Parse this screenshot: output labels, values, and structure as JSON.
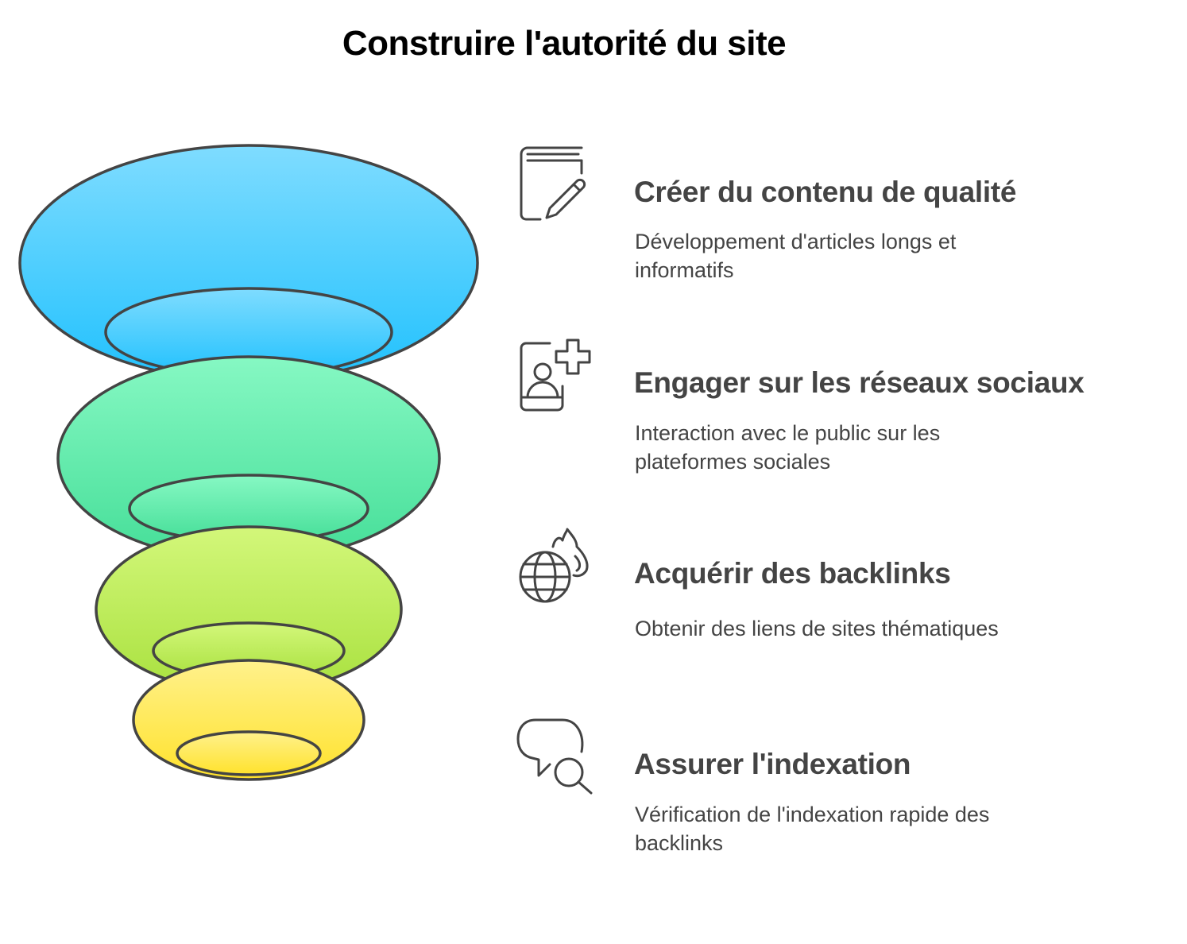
{
  "title": "Construire l'autorité du site",
  "colors": {
    "stroke": "#444444",
    "text": "#444444",
    "layer_1": [
      "#7fdcff",
      "#21c1fd"
    ],
    "layer_2": [
      "#86f8c3",
      "#45de98"
    ],
    "layer_3": [
      "#d3f77a",
      "#a9e13f"
    ],
    "layer_4": [
      "#fff18c",
      "#ffe22c"
    ]
  },
  "steps": [
    {
      "icon": "book-pencil-icon",
      "title": "Créer du contenu de qualité",
      "description": "Développement d'articles longs et informatifs"
    },
    {
      "icon": "user-add-icon",
      "title": "Engager sur les réseaux sociaux",
      "description": "Interaction avec le public sur les plateformes sociales"
    },
    {
      "icon": "globe-fire-icon",
      "title": "Acquérir des backlinks",
      "description": "Obtenir des liens de sites thématiques"
    },
    {
      "icon": "chat-search-icon",
      "title": "Assurer l'indexation",
      "description": "Vérification de l'indexation rapide des backlinks"
    }
  ]
}
